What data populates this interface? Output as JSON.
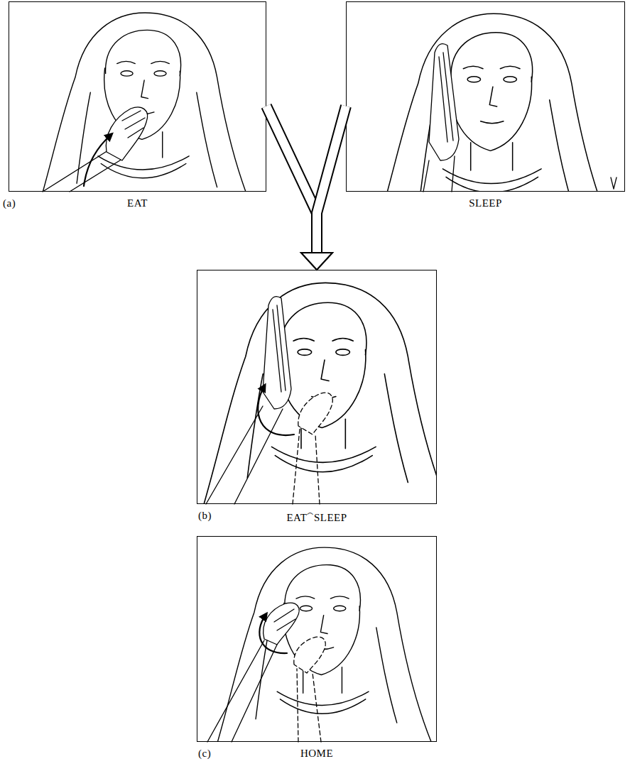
{
  "diagram": {
    "nodes": [
      {
        "text": [
          "(a)",
          "EAT"
        ]
      },
      {
        "text": [
          "SLEEP"
        ]
      },
      {
        "text": [
          "(b)",
          "EAT⁀SLEEP"
        ]
      },
      {
        "text": [
          "(c)",
          "HOME"
        ]
      }
    ],
    "edges": [
      {
        "from": 0,
        "to": 2,
        "arrow": "to"
      },
      {
        "from": 1,
        "to": 2,
        "arrow": "to"
      }
    ]
  }
}
